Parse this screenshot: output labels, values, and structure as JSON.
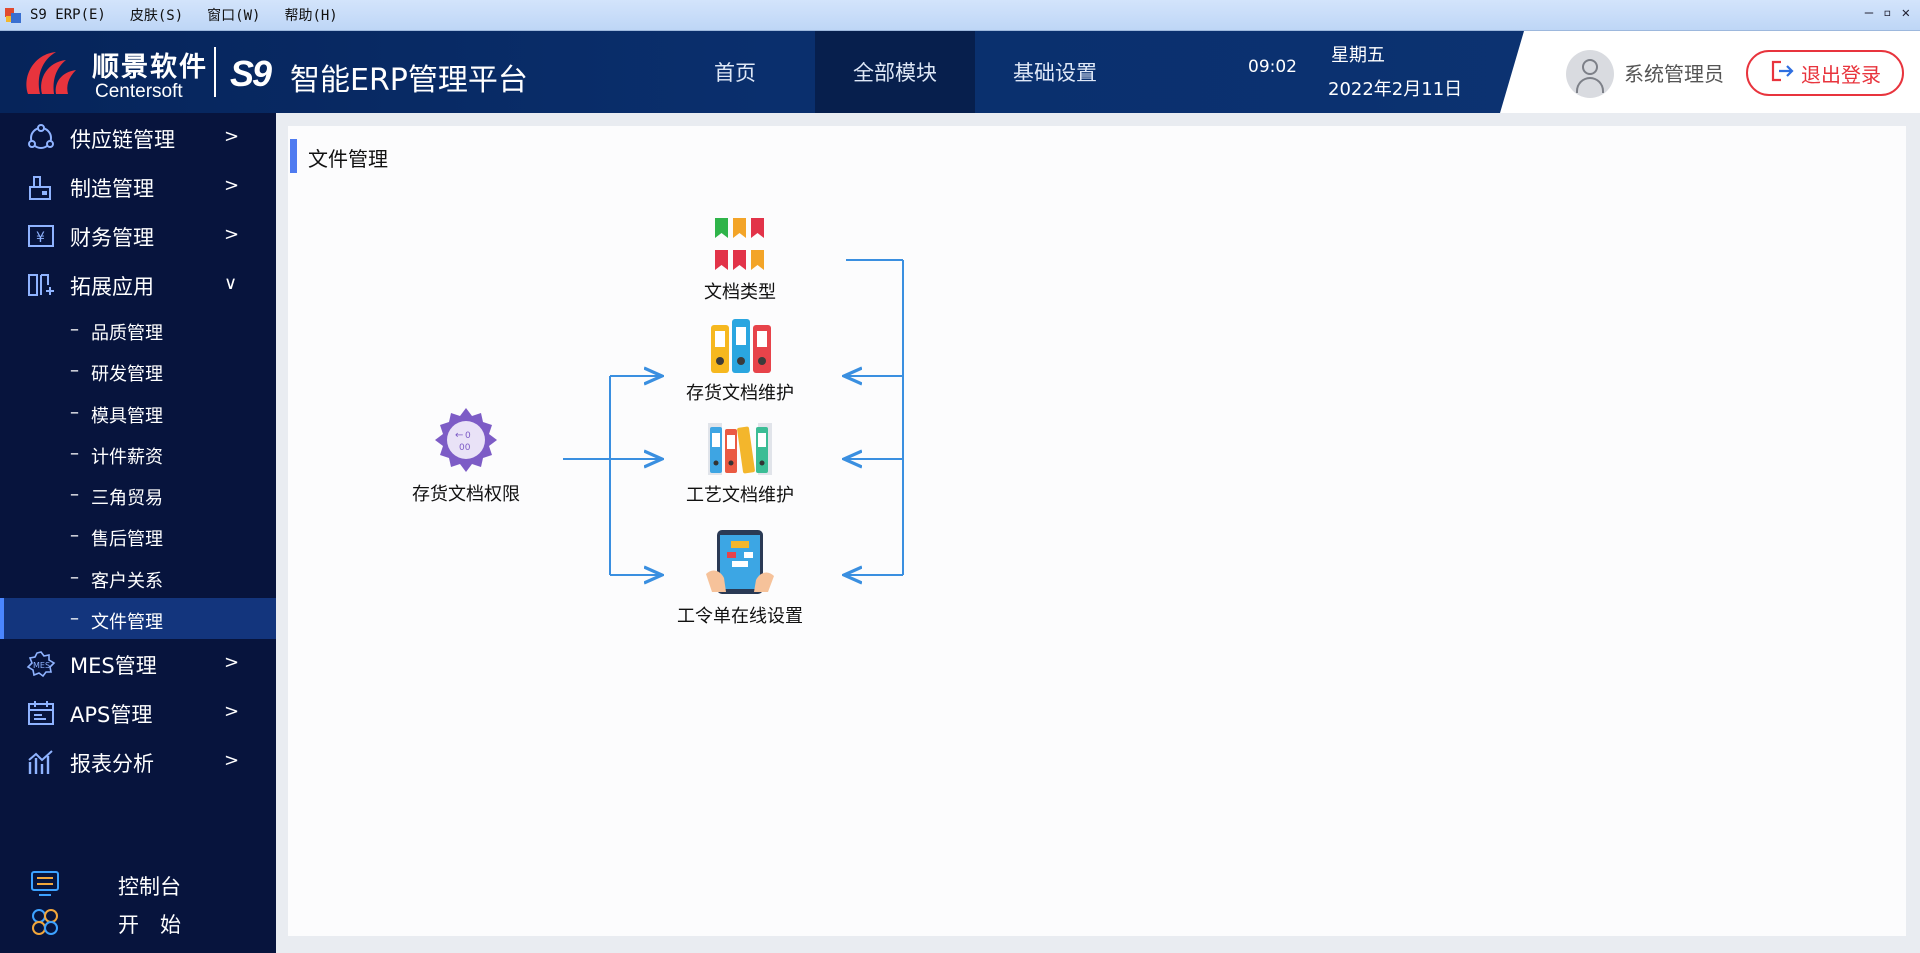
{
  "window": {
    "menu": [
      "S9 ERP(E)",
      "皮肤(S)",
      "窗口(W)",
      "帮助(H)"
    ],
    "controls": [
      "–",
      "▫",
      "✕"
    ]
  },
  "header": {
    "brand_cn": "顺景软件",
    "brand_en": "Centersoft",
    "platform_logo": "S9",
    "platform_title": "智能ERP管理平台",
    "nav": [
      {
        "label": "首页",
        "active": false
      },
      {
        "label": "全部模块",
        "active": true
      },
      {
        "label": "基础设置",
        "active": false
      }
    ],
    "time": "09:02",
    "weekday": "星期五",
    "date": "2022年2月11日",
    "username": "系统管理员",
    "logout_label": "退出登录",
    "logout_color": "#e8343d"
  },
  "sidebar": {
    "groups_top": [
      {
        "label": "供应链管理",
        "icon": "supply-chain-icon",
        "arrow": ">"
      },
      {
        "label": "制造管理",
        "icon": "manufacturing-icon",
        "arrow": ">"
      },
      {
        "label": "财务管理",
        "icon": "finance-icon",
        "arrow": ">"
      },
      {
        "label": "拓展应用",
        "icon": "extension-icon",
        "arrow": "∨"
      }
    ],
    "submenu": [
      {
        "label": "品质管理",
        "active": false
      },
      {
        "label": "研发管理",
        "active": false
      },
      {
        "label": "模具管理",
        "active": false
      },
      {
        "label": "计件薪资",
        "active": false
      },
      {
        "label": "三角贸易",
        "active": false
      },
      {
        "label": "售后管理",
        "active": false
      },
      {
        "label": "客户关系",
        "active": false
      },
      {
        "label": "文件管理",
        "active": true
      }
    ],
    "groups_bottom": [
      {
        "label": "MES管理",
        "icon": "mes-icon",
        "arrow": ">"
      },
      {
        "label": "APS管理",
        "icon": "aps-icon",
        "arrow": ">"
      },
      {
        "label": "报表分析",
        "icon": "report-icon",
        "arrow": ">"
      }
    ],
    "dash": "–",
    "bottom": [
      {
        "label": "控制台",
        "icon": "console-icon"
      },
      {
        "label": "开　始",
        "icon": "start-icon"
      }
    ]
  },
  "content": {
    "title": "文件管理",
    "nodes": {
      "permission": {
        "label": "存货文档权限",
        "icon": "gear-permission-icon"
      },
      "doc_type": {
        "label": "文档类型",
        "icon": "bookmarks-icon"
      },
      "inventory_doc": {
        "label": "存货文档维护",
        "icon": "binders-icon"
      },
      "process_doc": {
        "label": "工艺文档维护",
        "icon": "process-binders-icon"
      },
      "work_order": {
        "label": "工令单在线设置",
        "icon": "tablet-icon"
      }
    },
    "accent": "#4f7bf0",
    "arrow_color": "#3a8fe0"
  }
}
